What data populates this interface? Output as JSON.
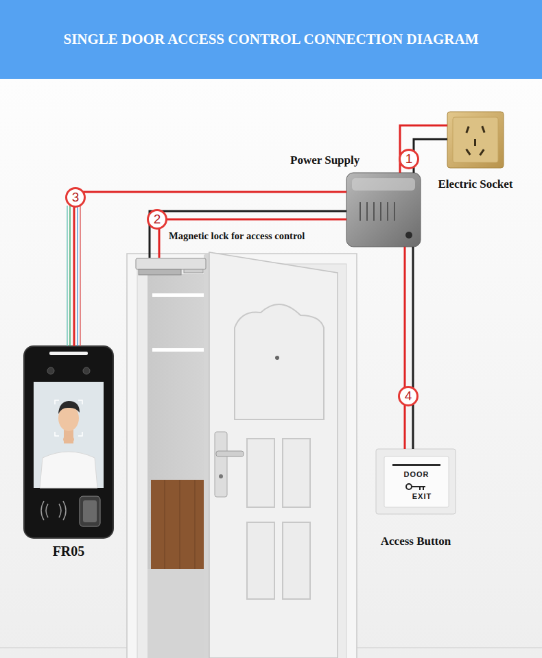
{
  "diagram": {
    "title": "SINGLE DOOR ACCESS CONTROL CONNECTION DIAGRAM",
    "nodes": [
      {
        "text": [
          "Power Supply"
        ]
      },
      {
        "text": [
          "Electric Socket"
        ]
      },
      {
        "text": [
          "Magnetic lock for access control"
        ]
      },
      {
        "text": [
          "FR05"
        ]
      },
      {
        "text": [
          "Access Button"
        ]
      }
    ],
    "edges": [
      {
        "from": 1,
        "to": 0,
        "arrow": "none",
        "label": "1"
      },
      {
        "from": 0,
        "to": 2,
        "arrow": "none",
        "label": "2"
      },
      {
        "from": 0,
        "to": 3,
        "arrow": "none",
        "label": "3"
      },
      {
        "from": 0,
        "to": 4,
        "arrow": "none",
        "label": "4"
      }
    ],
    "labels": [
      "DOOR",
      "EXIT"
    ]
  }
}
